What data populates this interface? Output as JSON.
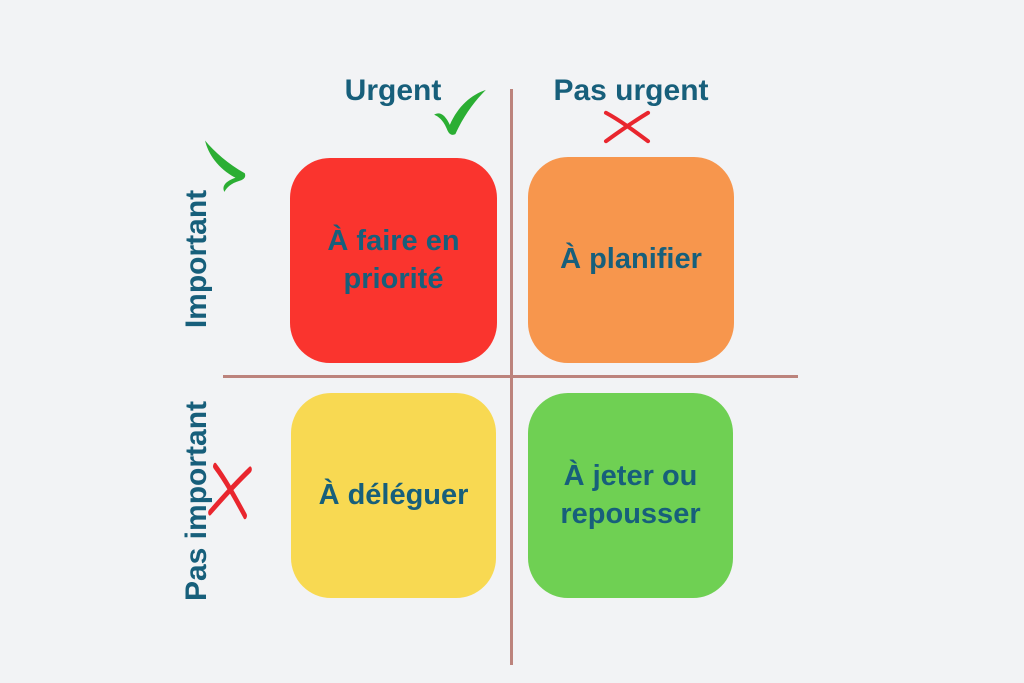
{
  "canvas": {
    "background": "#f2f3f5",
    "axis_line_color": "#bc837c"
  },
  "colors": {
    "text": "#175f7b",
    "check_green": "#2bae33",
    "cross_red": "#e9262e"
  },
  "axes": {
    "columns": [
      {
        "label": "Urgent",
        "mark": "check-icon"
      },
      {
        "label": "Pas urgent",
        "mark": "cross-icon"
      }
    ],
    "rows": [
      {
        "label": "Important",
        "mark": "check-icon"
      },
      {
        "label": "Pas important",
        "mark": "cross-icon"
      }
    ]
  },
  "quadrants": [
    {
      "id": "urgent-important",
      "label": "À faire en priorité",
      "color": "#fa342e"
    },
    {
      "id": "pas-urgent-important",
      "label": "À planifier",
      "color": "#f7964d"
    },
    {
      "id": "urgent-pas-important",
      "label": "À déléguer",
      "color": "#f8d952"
    },
    {
      "id": "pas-urgent-pas-important",
      "label": "À jeter ou repousser",
      "color": "#6fd053"
    }
  ]
}
